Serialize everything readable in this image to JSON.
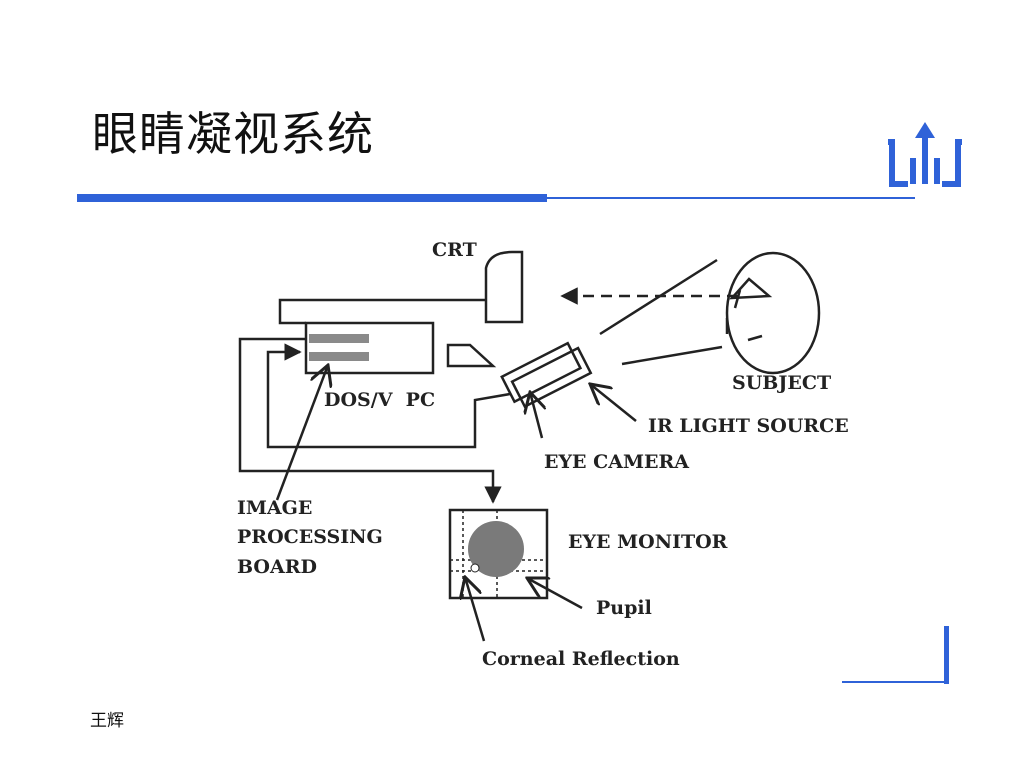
{
  "slide": {
    "title": "眼睛凝视系统",
    "author": "王辉",
    "accent_color": "#2f62d8"
  },
  "logo": {
    "icon": "up-arrow-bracket-logo-icon"
  },
  "diagram": {
    "labels": {
      "crt": "CRT",
      "subject": "SUBJECT",
      "pc": "DOS/V  PC",
      "ir_light_source": "IR LIGHT SOURCE",
      "eye_camera": "EYE CAMERA",
      "image_processing_1": "IMAGE",
      "image_processing_2": "PROCESSING",
      "image_processing_3": "BOARD",
      "eye_monitor": "EYE MONITOR",
      "pupil": "Pupil",
      "corneal_reflection": "Corneal Reflection"
    },
    "line_color": "#222222",
    "pupil_color": "#7a7a7a"
  }
}
